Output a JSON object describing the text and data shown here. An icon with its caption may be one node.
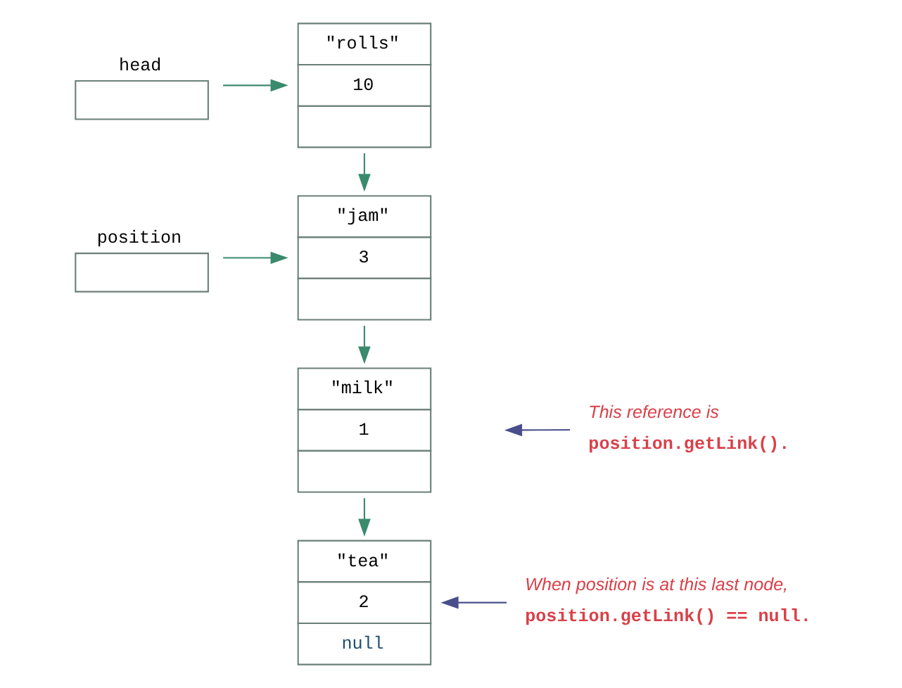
{
  "diagram": {
    "nodes": [
      {
        "text": [
          "head"
        ]
      },
      {
        "text": [
          "\"rolls\"",
          "10"
        ]
      },
      {
        "text": [
          "position"
        ]
      },
      {
        "text": [
          "\"jam\"",
          "3"
        ]
      },
      {
        "text": [
          "\"milk\"",
          "1"
        ]
      },
      {
        "text": [
          "\"tea\"",
          "2",
          "null"
        ]
      },
      {
        "text": [
          "This reference is",
          "position.getLink()."
        ]
      },
      {
        "text": [
          "When position is at this last node,",
          "position.getLink() == null."
        ]
      }
    ],
    "edges": [
      {
        "from": 0,
        "to": 1,
        "arrow": "to"
      },
      {
        "from": 1,
        "to": 3,
        "arrow": "to"
      },
      {
        "from": 2,
        "to": 3,
        "arrow": "to"
      },
      {
        "from": 3,
        "to": 4,
        "arrow": "to"
      },
      {
        "from": 4,
        "to": 5,
        "arrow": "to"
      },
      {
        "from": 6,
        "to": null,
        "arrow": "to",
        "color": "#4a4e8a"
      },
      {
        "from": 7,
        "to": 5,
        "arrow": "to",
        "color": "#4a4e8a"
      }
    ]
  }
}
